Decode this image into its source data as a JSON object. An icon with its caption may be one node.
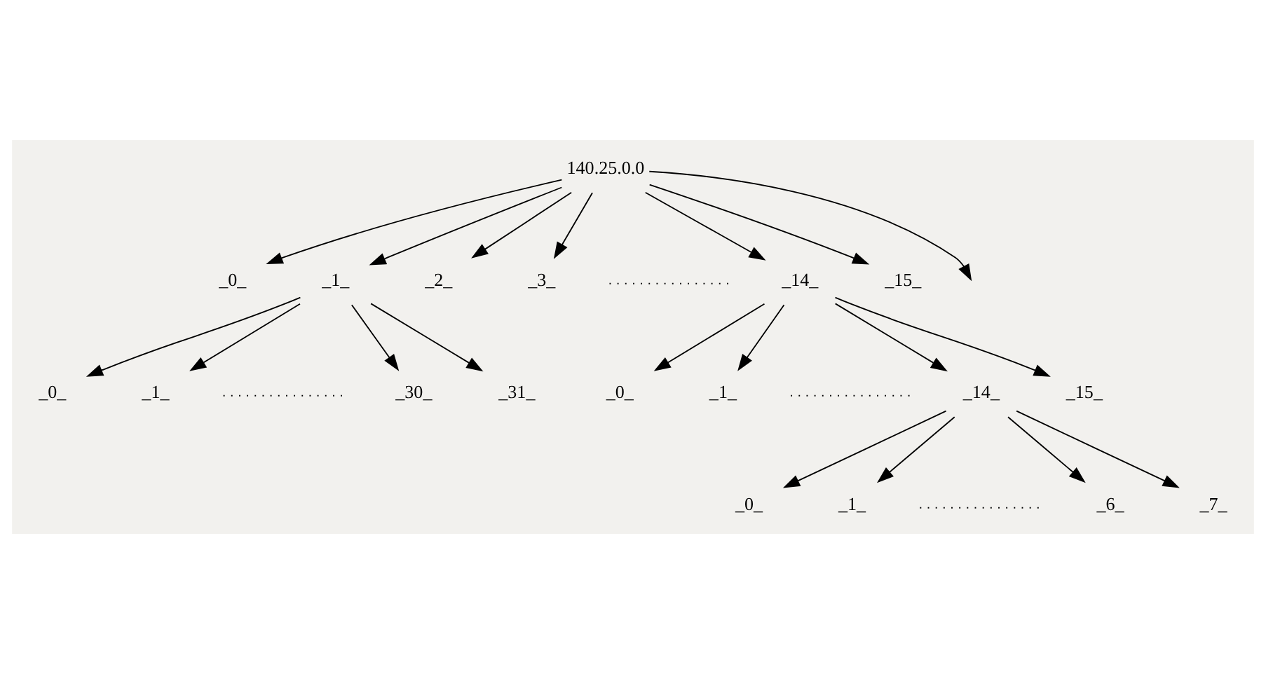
{
  "diagram": {
    "nodes": [
      {
        "text": [
          "140.25.0.0"
        ]
      },
      {
        "text": [
          "_0_"
        ]
      },
      {
        "text": [
          "_1_"
        ]
      },
      {
        "text": [
          "_2_"
        ]
      },
      {
        "text": [
          "_3_"
        ]
      },
      {
        "text": [
          "_14_"
        ]
      },
      {
        "text": [
          "_15_"
        ]
      },
      {
        "text": [
          "_0_"
        ]
      },
      {
        "text": [
          "_1_"
        ]
      },
      {
        "text": [
          "_30_"
        ]
      },
      {
        "text": [
          "_31_"
        ]
      },
      {
        "text": [
          "_0_"
        ]
      },
      {
        "text": [
          "_1_"
        ]
      },
      {
        "text": [
          "_14_"
        ]
      },
      {
        "text": [
          "_15_"
        ]
      },
      {
        "text": [
          "_0_"
        ]
      },
      {
        "text": [
          "_1_"
        ]
      },
      {
        "text": [
          "_6_"
        ]
      },
      {
        "text": [
          "_7_"
        ]
      }
    ],
    "edges": [
      {
        "from": 0,
        "to": 1,
        "arrow": "to"
      },
      {
        "from": 0,
        "to": 2,
        "arrow": "to"
      },
      {
        "from": 0,
        "to": 3,
        "arrow": "to"
      },
      {
        "from": 0,
        "to": 4,
        "arrow": "to"
      },
      {
        "from": 0,
        "to": null,
        "arrow": "to"
      },
      {
        "from": 0,
        "to": 5,
        "arrow": "to"
      },
      {
        "from": 0,
        "to": 6,
        "arrow": "to"
      },
      {
        "from": 2,
        "to": 7,
        "arrow": "to"
      },
      {
        "from": 2,
        "to": 8,
        "arrow": "to"
      },
      {
        "from": 2,
        "to": 9,
        "arrow": "to"
      },
      {
        "from": 2,
        "to": 10,
        "arrow": "to"
      },
      {
        "from": 5,
        "to": 11,
        "arrow": "to"
      },
      {
        "from": 5,
        "to": 12,
        "arrow": "to"
      },
      {
        "from": 5,
        "to": 13,
        "arrow": "to"
      },
      {
        "from": 5,
        "to": 14,
        "arrow": "to"
      },
      {
        "from": 13,
        "to": 15,
        "arrow": "to"
      },
      {
        "from": 13,
        "to": 16,
        "arrow": "to"
      },
      {
        "from": 13,
        "to": 17,
        "arrow": "to"
      },
      {
        "from": 13,
        "to": 18,
        "arrow": "to"
      }
    ]
  }
}
